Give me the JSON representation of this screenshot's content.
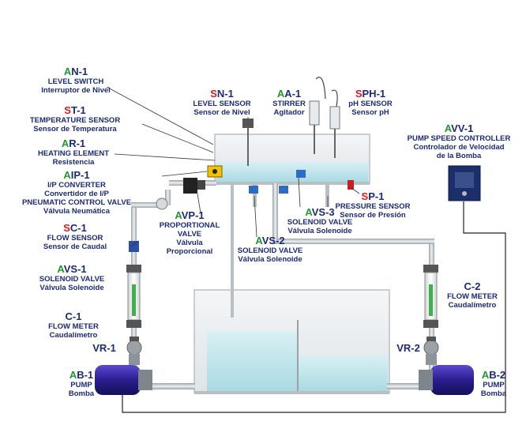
{
  "colors": {
    "label_text": "#1b2a7a",
    "prefix_green": "#1f9a2e",
    "prefix_red": "#e01919",
    "pipe": "#c9ced3",
    "water": "#bfe3ea",
    "pump": "#3a2aa8",
    "wire": "#222222"
  },
  "labels": {
    "an1": {
      "pre": "A",
      "code": "N-1",
      "en": "LEVEL SWITCH",
      "es": "Interruptor de Nivel"
    },
    "st1": {
      "pre": "S",
      "code": "T-1",
      "en": "TEMPERATURE SENSOR",
      "es": "Sensor de Temperatura"
    },
    "ar1": {
      "pre": "A",
      "code": "R-1",
      "en": "HEATING ELEMENT",
      "es": "Resistencia"
    },
    "aip1": {
      "pre": "A",
      "code": "IP-1",
      "en": "I/P CONVERTER",
      "es": "Convertidor de I/P",
      "en2": "PNEUMATIC CONTROL VALVE",
      "es2": "Válvula Neumática"
    },
    "sc1": {
      "pre": "S",
      "code": "C-1",
      "en": "FLOW SENSOR",
      "es": "Sensor de Caudal"
    },
    "avs1": {
      "pre": "A",
      "code": "VS-1",
      "en": "SOLENOID VALVE",
      "es": "Válvula Solenoide"
    },
    "c1": {
      "code": "C-1",
      "en": "FLOW METER",
      "es": "Caudalímetro"
    },
    "vr1": {
      "code": "VR-1"
    },
    "ab1": {
      "pre": "A",
      "code": "B-1",
      "en": "PUMP",
      "es": "Bomba"
    },
    "sn1": {
      "pre": "S",
      "code": "N-1",
      "en": "LEVEL SENSOR",
      "es": "Sensor de Nivel"
    },
    "aa1": {
      "pre": "A",
      "code": "A-1",
      "en": "STIRRER",
      "es": "Agitador"
    },
    "sph1": {
      "pre": "S",
      "code": "PH-1",
      "en": "pH SENSOR",
      "es": "Sensor pH"
    },
    "avv1": {
      "pre": "A",
      "code": "VV-1",
      "en": "PUMP SPEED CONTROLLER",
      "es": "Controlador de Velocidad",
      "es2": "de la Bomba"
    },
    "sp1": {
      "pre": "S",
      "code": "P-1",
      "en": "PRESSURE SENSOR",
      "es": "Sensor de Presión"
    },
    "avs3": {
      "pre": "A",
      "code": "VS-3",
      "en": "SOLENOID VALVE",
      "es": "Válvula Solenoide"
    },
    "avp1": {
      "pre": "A",
      "code": "VP-1",
      "en": "PROPORTIONAL",
      "es": "VALVE",
      "es2": "Válvula",
      "es3": "Proporcional"
    },
    "avs2": {
      "pre": "A",
      "code": "VS-2",
      "en": "SOLENOID VALVE",
      "es": "Válvula Solenoide"
    },
    "c2": {
      "code": "C-2",
      "en": "FLOW METER",
      "es": "Caudalímetro"
    },
    "vr2": {
      "code": "VR-2"
    },
    "ab2": {
      "pre": "A",
      "code": "B-2",
      "en": "PUMP",
      "es": "Bomba"
    }
  }
}
